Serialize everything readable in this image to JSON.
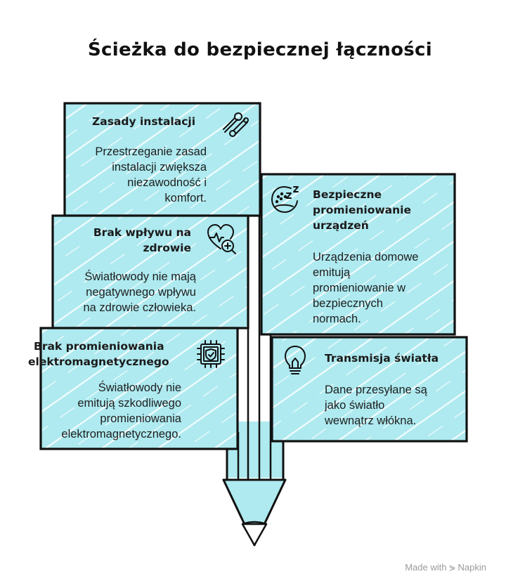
{
  "title": "Ścieżka do bezpiecznej łączności",
  "cards": [
    {
      "title": "Zasady instalacji",
      "body": [
        "Przestrzeganie zasad",
        "instalacji zwiększa",
        "niezawodność i",
        "komfort."
      ],
      "icon": "wrench-pliers-icon"
    },
    {
      "title": [
        "Brak wpływu na",
        "zdrowie"
      ],
      "body": [
        "Światłowody nie mają",
        "negatywnego wpływu",
        "na zdrowie człowieka."
      ],
      "icon": "heart-health-icon"
    },
    {
      "title": [
        "Brak promieniowania",
        "elektromagnetycznego"
      ],
      "body": [
        "Światłowody nie",
        "emitują szkodliwego",
        "promieniowania",
        "elektromagnetycznego."
      ],
      "icon": "shield-chip-icon"
    },
    {
      "title": [
        "Bezpieczne",
        "promieniowanie",
        "urządzeń"
      ],
      "body": [
        "Urządzenia domowe",
        "emitują",
        "promieniowanie w",
        "bezpiecznych",
        "normach."
      ],
      "icon": "sleep-device-icon"
    },
    {
      "title": "Transmisja światła",
      "body": [
        "Dane przesyłane są",
        "jako światło",
        "wewnątrz włókna."
      ],
      "icon": "lightbulb-icon"
    }
  ],
  "footer": {
    "label": "Made with",
    "brand": "Napkin"
  },
  "colors": {
    "fill": "#aeeaf0",
    "stroke": "#111111",
    "hatch": "#ffffff"
  }
}
